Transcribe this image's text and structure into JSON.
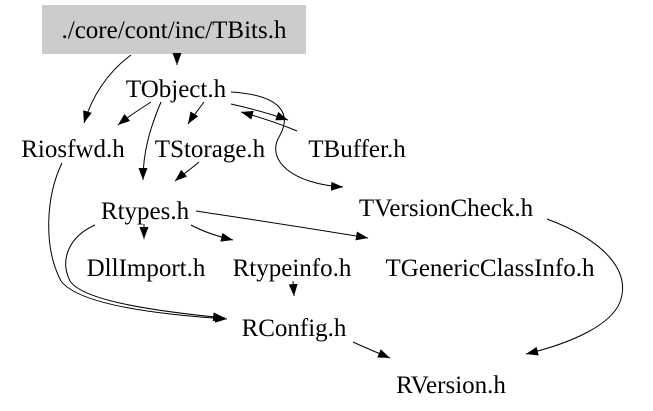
{
  "diagram": {
    "type": "include-dependency-graph",
    "root_label": "./core/cont/inc/TBits.h",
    "background_color": "#ffffff",
    "text_color": "#000000",
    "edge_color": "#000000",
    "root_fill_color": "#cccccc",
    "nodes": [
      {
        "id": "tbits",
        "label": "./core/cont/inc/TBits.h",
        "highlighted": true
      },
      {
        "id": "tobject",
        "label": "TObject.h",
        "highlighted": false
      },
      {
        "id": "riosfwd",
        "label": "Riosfwd.h",
        "highlighted": false
      },
      {
        "id": "tstorage",
        "label": "TStorage.h",
        "highlighted": false
      },
      {
        "id": "tbuffer",
        "label": "TBuffer.h",
        "highlighted": false
      },
      {
        "id": "rtypes",
        "label": "Rtypes.h",
        "highlighted": false
      },
      {
        "id": "tversioncheck",
        "label": "TVersionCheck.h",
        "highlighted": false
      },
      {
        "id": "dllimport",
        "label": "DllImport.h",
        "highlighted": false
      },
      {
        "id": "rtypeinfo",
        "label": "Rtypeinfo.h",
        "highlighted": false
      },
      {
        "id": "tgenericclassinfo",
        "label": "TGenericClassInfo.h",
        "highlighted": false
      },
      {
        "id": "rconfig",
        "label": "RConfig.h",
        "highlighted": false
      },
      {
        "id": "rversion",
        "label": "RVersion.h",
        "highlighted": false
      }
    ],
    "edges": [
      {
        "from": "tbits",
        "to": "tobject"
      },
      {
        "from": "tbits",
        "to": "riosfwd"
      },
      {
        "from": "tobject",
        "to": "riosfwd"
      },
      {
        "from": "tobject",
        "to": "tstorage"
      },
      {
        "from": "tobject",
        "to": "rtypes"
      },
      {
        "from": "tobject",
        "to": "tbuffer"
      },
      {
        "from": "tbuffer",
        "to": "tobject"
      },
      {
        "from": "tobject",
        "to": "tversioncheck"
      },
      {
        "from": "tstorage",
        "to": "rtypes"
      },
      {
        "from": "rtypes",
        "to": "dllimport"
      },
      {
        "from": "rtypes",
        "to": "rtypeinfo"
      },
      {
        "from": "rtypes",
        "to": "tgenericclassinfo"
      },
      {
        "from": "riosfwd",
        "to": "rconfig"
      },
      {
        "from": "rtypes",
        "to": "rconfig"
      },
      {
        "from": "rtypeinfo",
        "to": "rconfig"
      },
      {
        "from": "rconfig",
        "to": "rversion"
      },
      {
        "from": "tversioncheck",
        "to": "rversion"
      }
    ]
  }
}
